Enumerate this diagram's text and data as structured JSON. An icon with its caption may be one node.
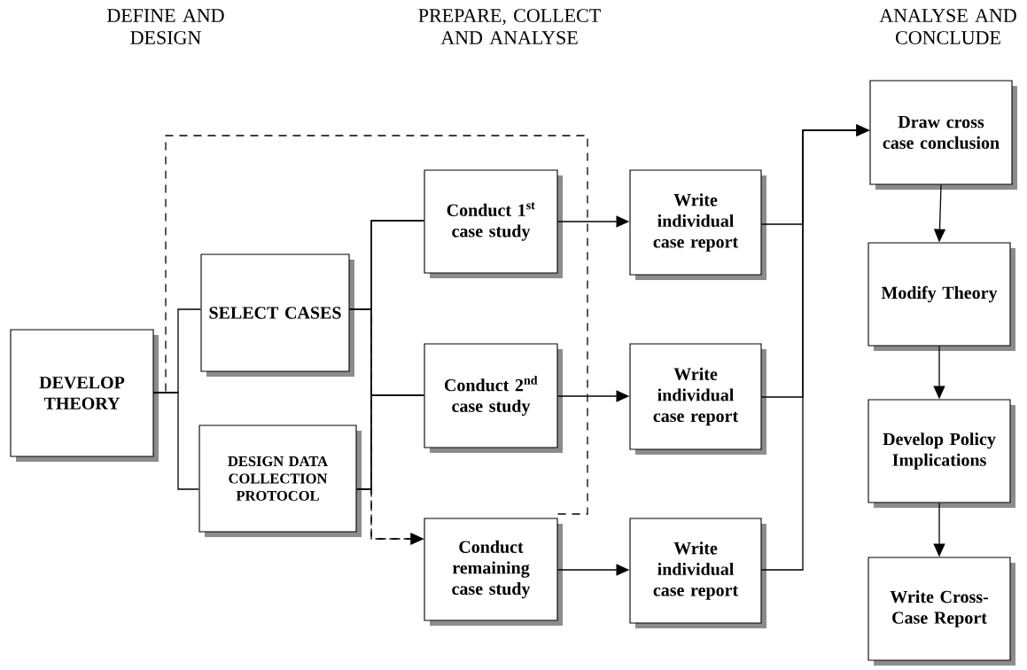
{
  "diagram": {
    "nodes": [
      {
        "text": [
          "DEVELOP THEORY"
        ]
      },
      {
        "text": [
          "SELECT CASES"
        ]
      },
      {
        "text": [
          "DESIGN DATA COLLECTION PROTOCOL"
        ]
      },
      {
        "text": [
          "Conduct 1$^{st}$ case study"
        ]
      },
      {
        "text": [
          "Conduct 2$^{nd}$ case study"
        ]
      },
      {
        "text": [
          "Conduct remaining case study"
        ]
      },
      {
        "text": [
          "Write individual case report"
        ]
      },
      {
        "text": [
          "Write individual case report"
        ]
      },
      {
        "text": [
          "Write individual case report"
        ]
      },
      {
        "text": [
          "Draw cross case conclusion"
        ]
      },
      {
        "text": [
          "Modify Theory"
        ]
      },
      {
        "text": [
          "Develop Policy Implications"
        ]
      },
      {
        "text": [
          "Write Cross-Case Report"
        ]
      }
    ],
    "edges": [
      {
        "from": 0,
        "to": 1,
        "arrow": "none"
      },
      {
        "from": 0,
        "to": 2,
        "arrow": "none"
      },
      {
        "from": 1,
        "to": 3,
        "arrow": "none"
      },
      {
        "from": 1,
        "to": 4,
        "arrow": "none"
      },
      {
        "from": 2,
        "to": 3,
        "arrow": "none"
      },
      {
        "from": 2,
        "to": 4,
        "arrow": "none"
      },
      {
        "from": 1,
        "to": 5,
        "arrow": "to",
        "style": "dashed"
      },
      {
        "from": 2,
        "to": 5,
        "arrow": "to",
        "style": "dashed"
      },
      {
        "from": 5,
        "to": 0,
        "arrow": "none",
        "style": "dashed"
      },
      {
        "from": 3,
        "to": 6,
        "arrow": "to"
      },
      {
        "from": 4,
        "to": 7,
        "arrow": "to"
      },
      {
        "from": 5,
        "to": 8,
        "arrow": "to"
      },
      {
        "from": 6,
        "to": 9,
        "arrow": "to"
      },
      {
        "from": 7,
        "to": 9,
        "arrow": "to"
      },
      {
        "from": 8,
        "to": 9,
        "arrow": "to"
      },
      {
        "from": 9,
        "to": 10,
        "arrow": "to"
      },
      {
        "from": 10,
        "to": 11,
        "arrow": "to"
      },
      {
        "from": 11,
        "to": 12,
        "arrow": "to"
      }
    ],
    "labels": [
      "DEFINE AND DESIGN",
      "PREPARE, COLLECT AND ANALYSE",
      "ANALYSE AND CONCLUDE"
    ]
  }
}
